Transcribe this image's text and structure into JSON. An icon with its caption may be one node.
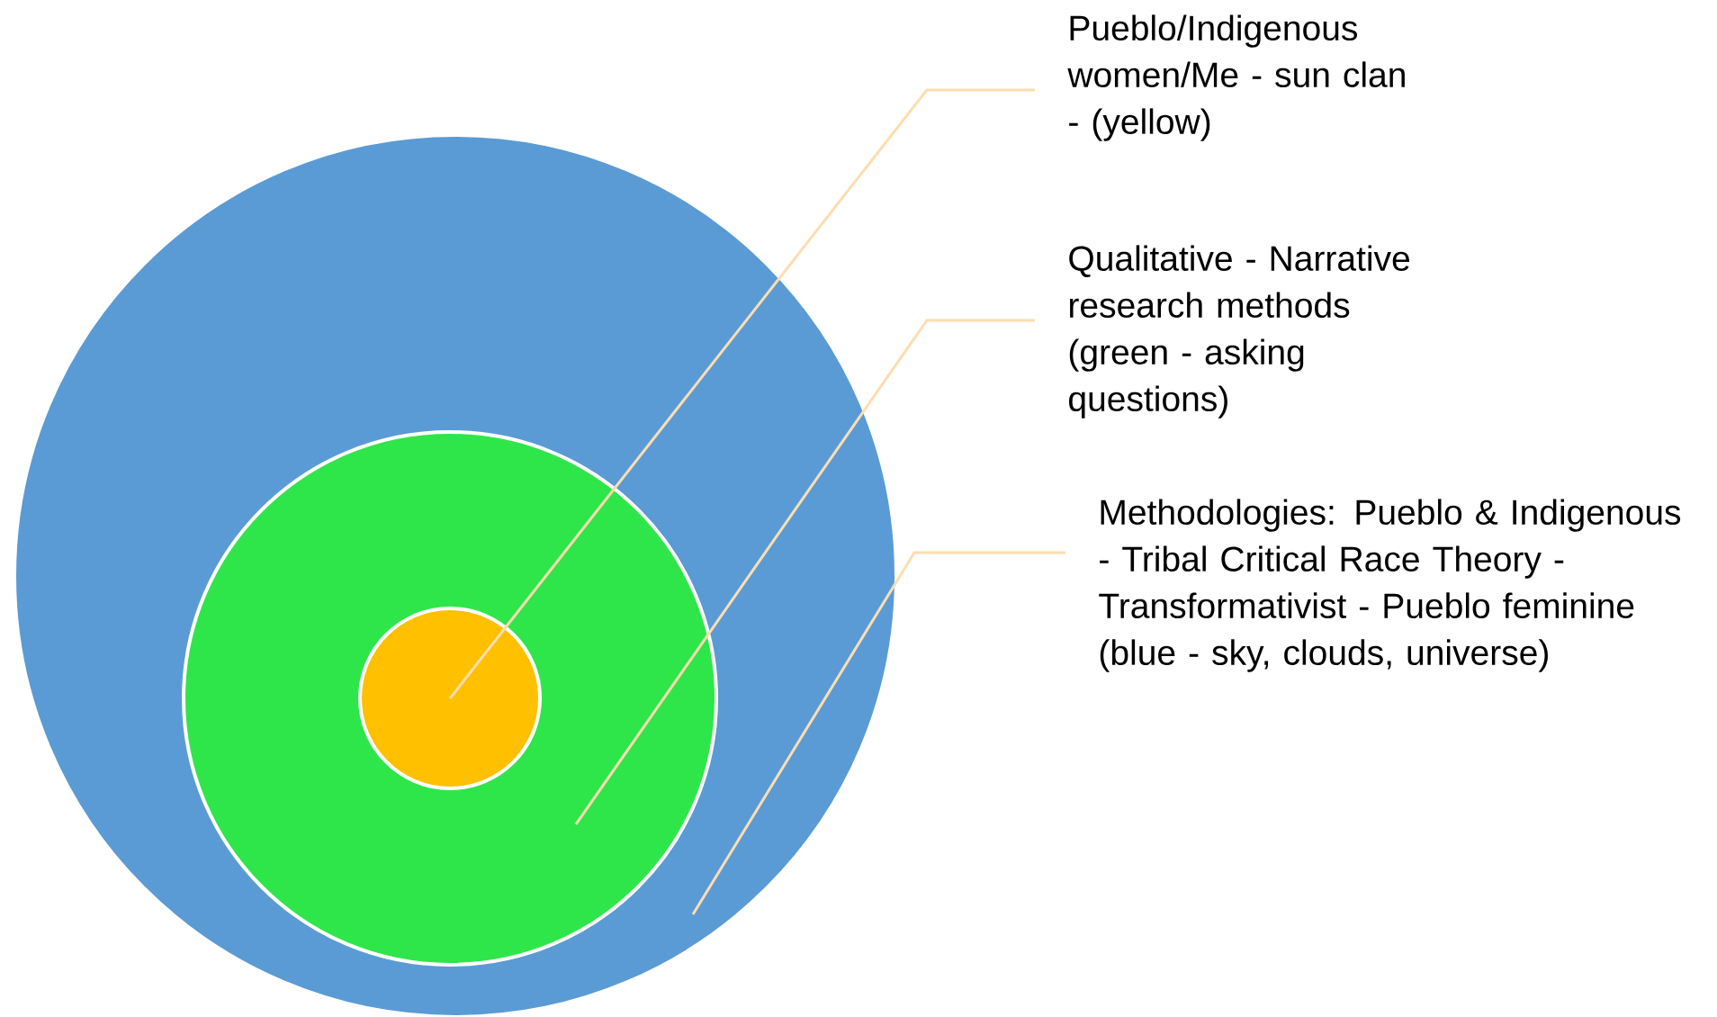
{
  "diagram": {
    "nodes": [
      {
        "text": [],
        "shape": "circle"
      },
      {
        "text": [],
        "shape": "circle",
        "in": 0
      },
      {
        "text": [],
        "shape": "circle",
        "in": 1
      },
      {
        "text": [
          "Pueblo/Indigenous women/Me - sun clan - (yellow)"
        ]
      },
      {
        "text": [
          "Qualitative - Narrative research methods (green - asking questions)"
        ]
      },
      {
        "text": [
          "Methodologies: Pueblo & Indigenous - Tribal Critical Race Theory - Transformativist - Pueblo feminine (blue - sky, clouds, universe)"
        ]
      }
    ],
    "edges": [
      {
        "from": 3,
        "to": 2,
        "arrow": "none"
      },
      {
        "from": 4,
        "to": 1,
        "arrow": "none"
      },
      {
        "from": 5,
        "to": 0,
        "arrow": "none"
      }
    ]
  }
}
